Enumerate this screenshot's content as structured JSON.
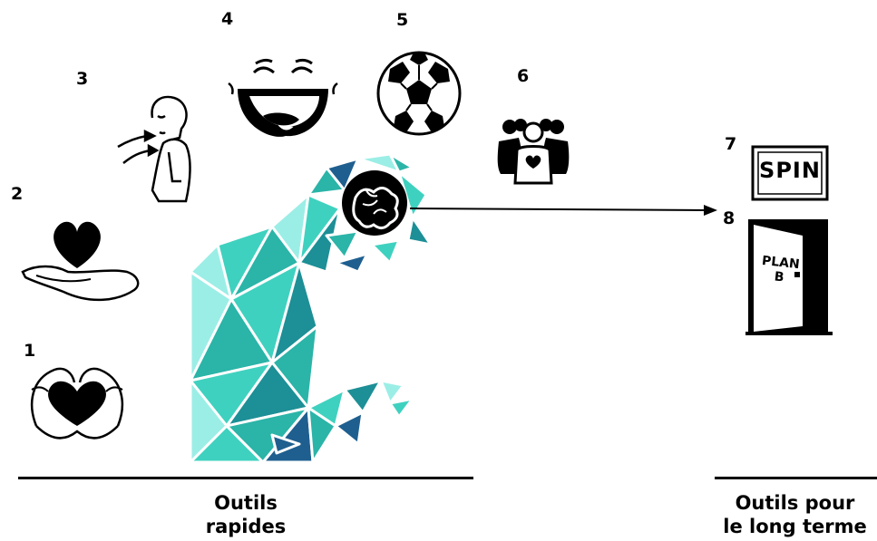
{
  "numbers": {
    "n1": "1",
    "n2": "2",
    "n3": "3",
    "n4": "4",
    "n5": "5",
    "n6": "6",
    "n7": "7",
    "n8": "8"
  },
  "sign_text": "SPIN",
  "door_text": "PLAN B",
  "groups": {
    "quick": {
      "line1": "Outils",
      "line2": "rapides"
    },
    "long_term": {
      "line1": "Outils pour",
      "line2": "le long terme"
    }
  },
  "colors": {
    "teal_light": "#9beee6",
    "teal": "#3fd1bf",
    "teal_mid": "#2bb4a8",
    "teal_dark": "#1d8f96",
    "navy": "#1f5f8f",
    "ink": "#000000"
  },
  "icons": [
    "heart-hands-icon",
    "heart-in-hand-icon",
    "breathing-person-icon",
    "laughing-face-icon",
    "soccer-ball-icon",
    "group-heart-icon",
    "spin-sign-icon",
    "plan-b-door-icon",
    "brain-icon"
  ]
}
